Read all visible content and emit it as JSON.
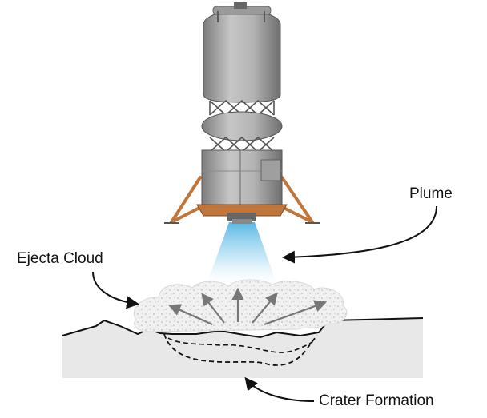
{
  "labels": {
    "plume": "Plume",
    "ejecta_cloud": "Ejecta Cloud",
    "crater_formation": "Crater Formation"
  },
  "colors": {
    "ground_fill": "#e8e8e8",
    "ground_line": "#111111",
    "tank_gray": "#a9a9a9",
    "strut_orange": "#c0753a",
    "plume_blue": "#6fc3e8",
    "ejecta_fill": "#f0f0f0",
    "arrow_gray": "#777777"
  },
  "icons": {
    "lander": "lunar-lander-icon",
    "arrows": "ejecta-direction-arrows"
  }
}
